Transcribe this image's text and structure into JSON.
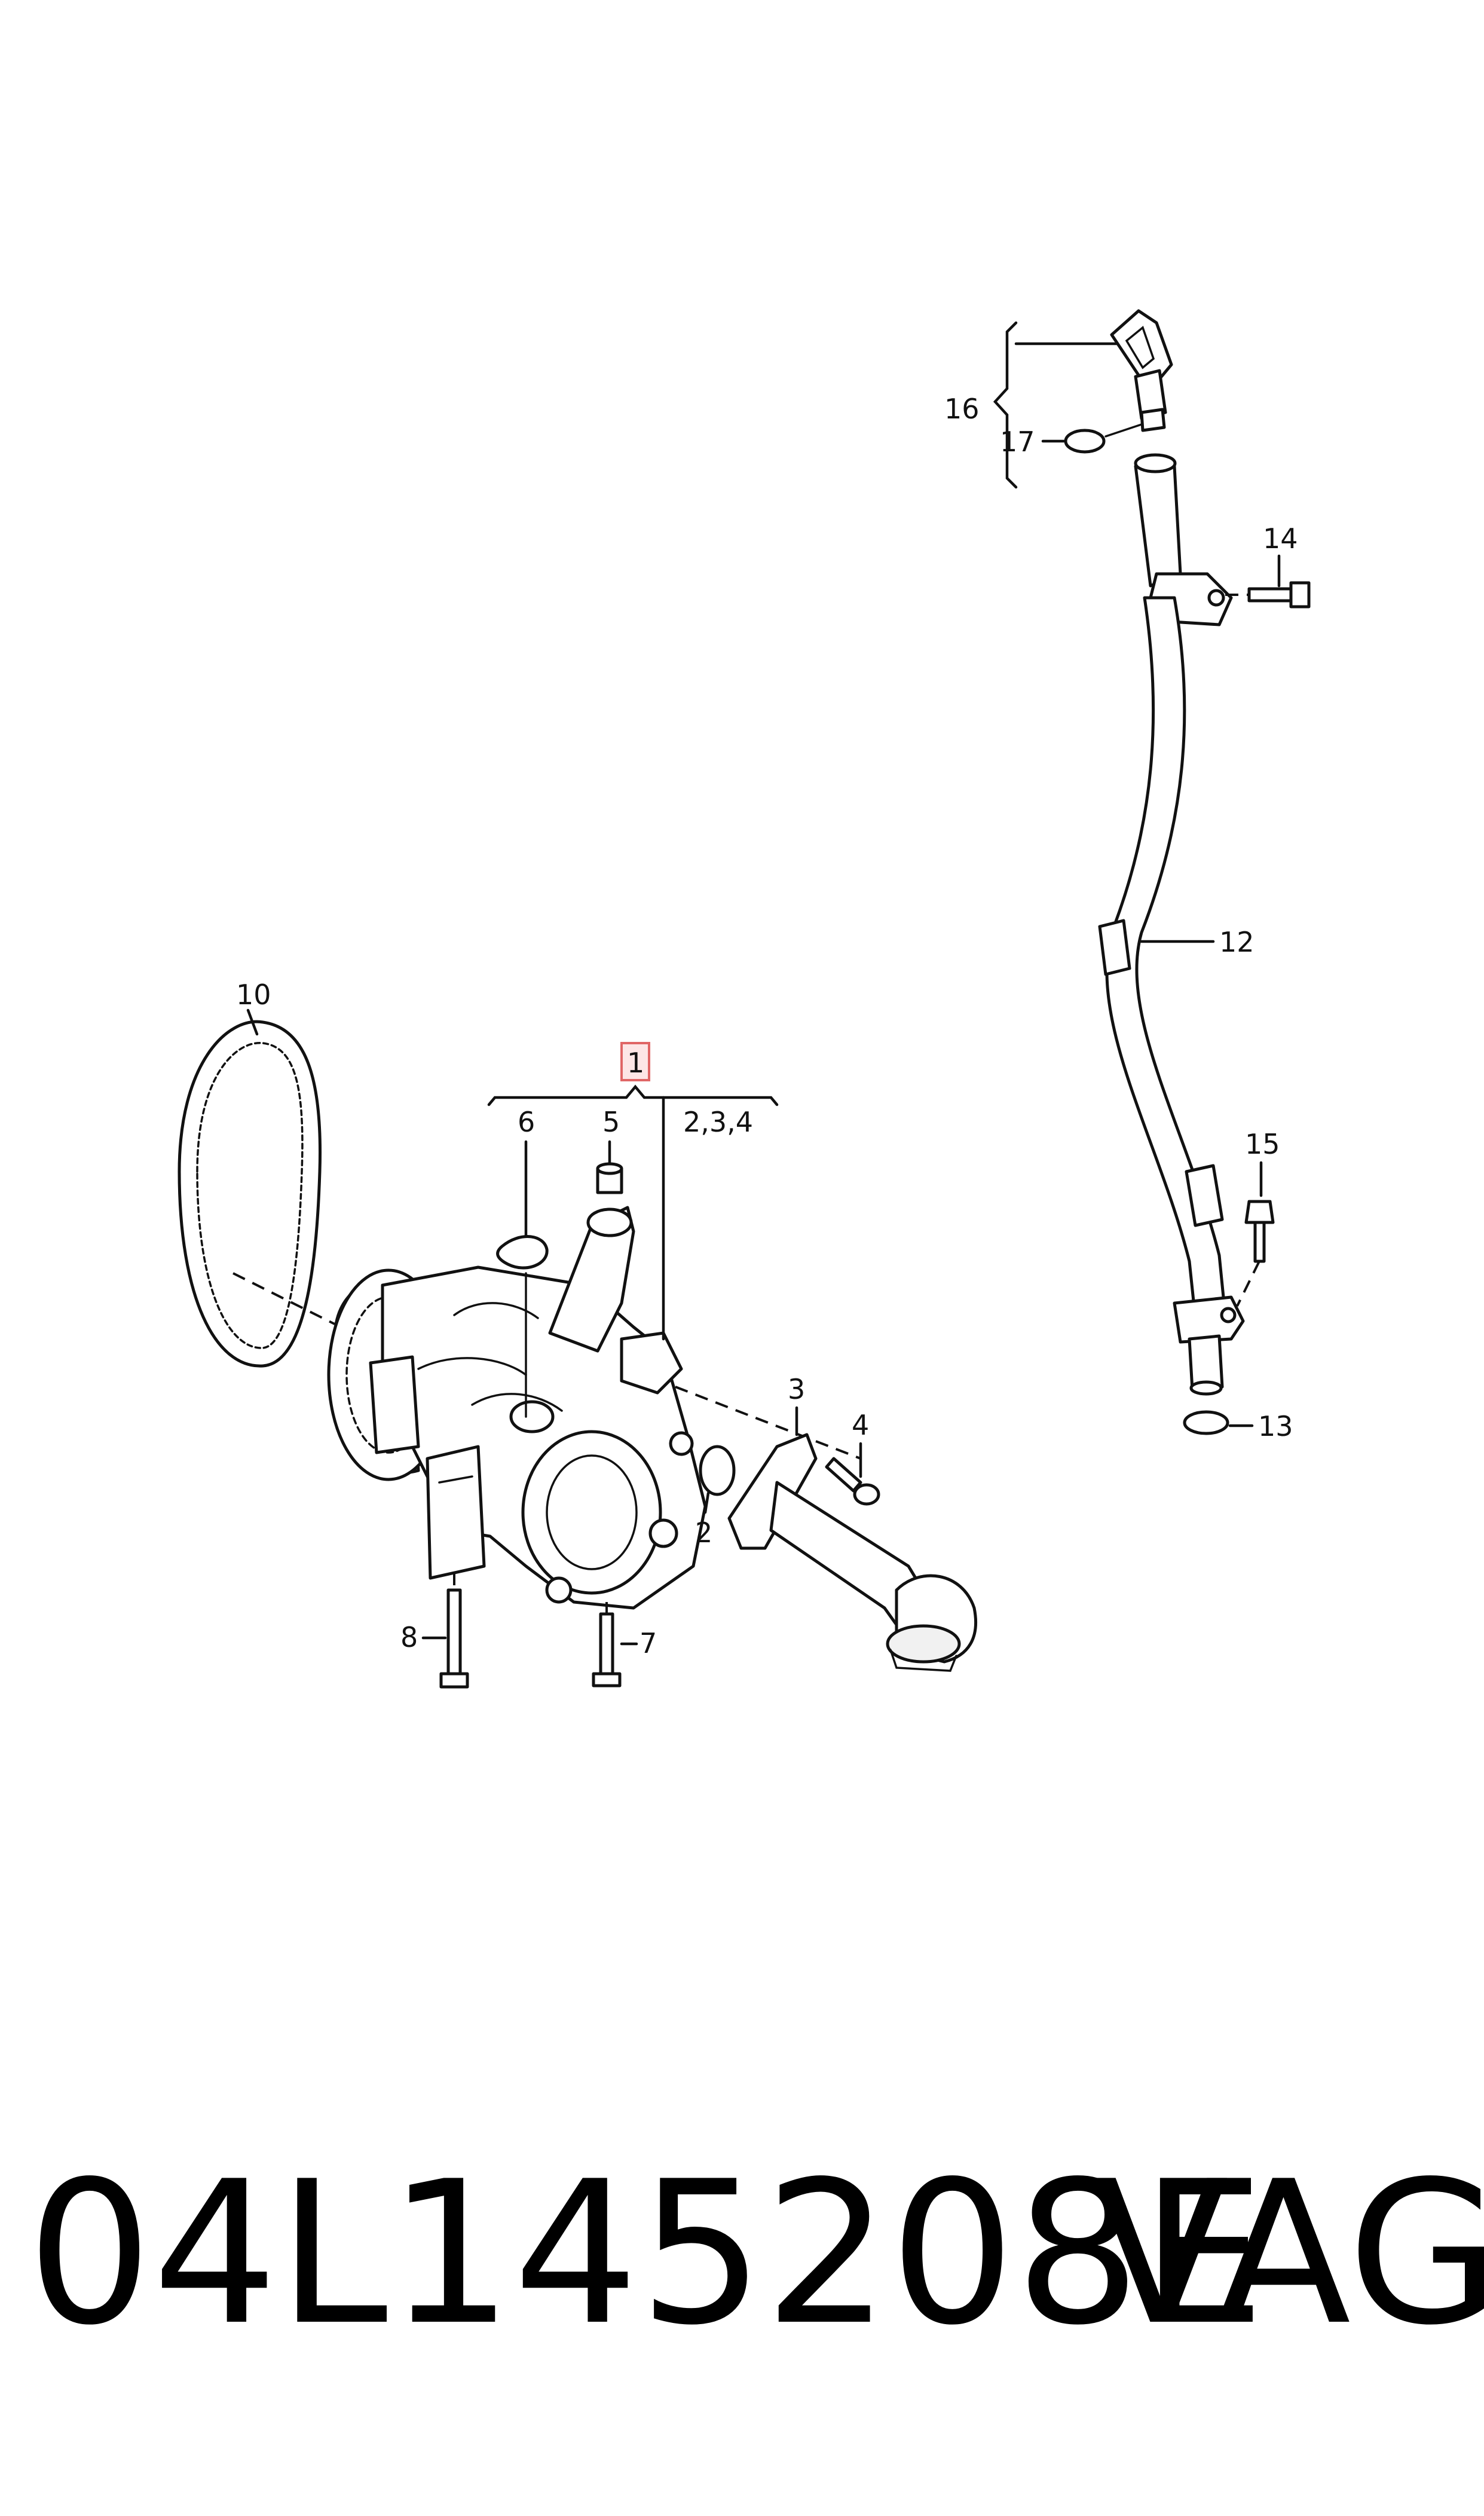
{
  "labels": {
    "l1": "1",
    "l234": "2,3,4",
    "l2": "2",
    "l3": "3",
    "l4": "4",
    "l5": "5",
    "l6": "6",
    "l7": "7",
    "l8": "8",
    "l10": "10",
    "l12": "12",
    "l13": "13",
    "l14": "14",
    "l15": "15",
    "l16": "16",
    "l17": "17"
  },
  "part_number": "04L145208E",
  "brand": "VAG",
  "colors": {
    "highlight_fill": "#fde6e6",
    "highlight_stroke": "#e06666",
    "line": "#111111"
  }
}
